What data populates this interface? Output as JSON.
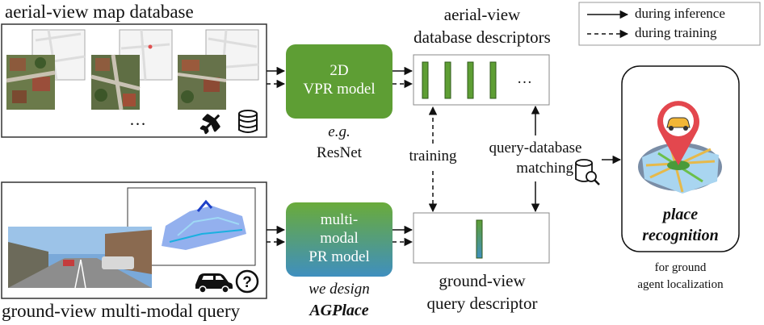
{
  "legend": {
    "inference": "during inference",
    "training": "during training"
  },
  "aerial_db": {
    "title": "aerial-view map database",
    "ellipsis": "…",
    "plane_icon": "airplane-icon",
    "db_icon": "database-icon"
  },
  "ground_query": {
    "title": "ground-view multi-modal query",
    "car_icon": "car-icon",
    "question_icon": "question-mark-icon"
  },
  "vpr_model": {
    "line1": "2D",
    "line2": "VPR model",
    "example_prefix": "e.g.",
    "example": "ResNet",
    "color": "#5e9e34"
  },
  "pr_model": {
    "line1": "multi-",
    "line2": "modal",
    "line3": "PR model",
    "note1": "we design",
    "note2": "AGPlace",
    "color_top": "#6aab3a",
    "color_bottom": "#3f8fbf"
  },
  "db_descriptors": {
    "title1": "aerial-view",
    "title2": "database descriptors",
    "ellipsis": "…"
  },
  "query_descriptor": {
    "title1": "ground-view",
    "title2": "query descriptor"
  },
  "labels": {
    "training": "training",
    "matching1": "query-database",
    "matching2": "matching",
    "matching_icon": "database-search-icon"
  },
  "result": {
    "line1": "place",
    "line2": "recognition",
    "sub1": "for ground",
    "sub2": "agent localization",
    "icon": "map-pin-car-icon"
  }
}
